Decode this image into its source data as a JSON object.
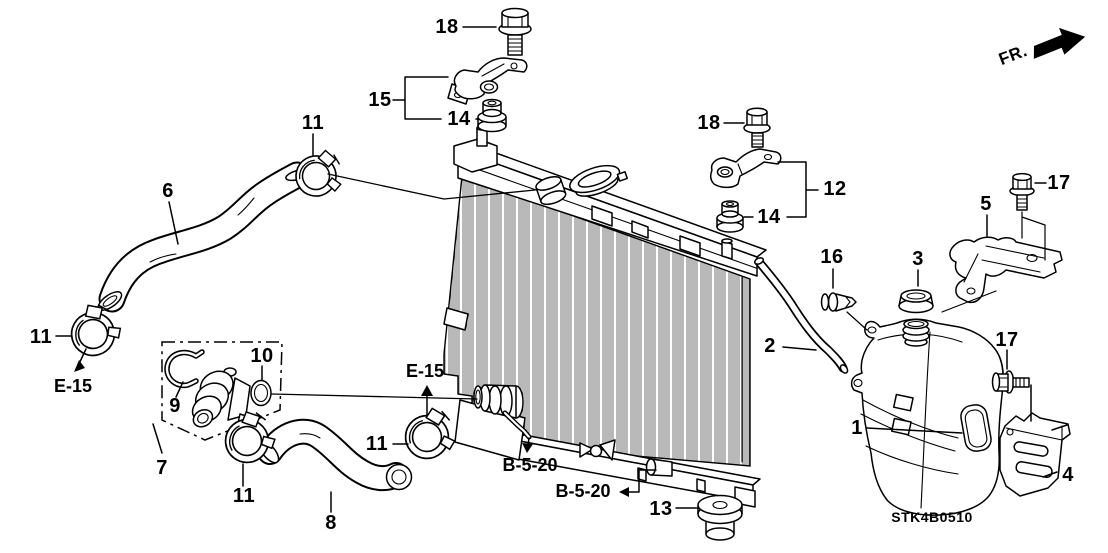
{
  "diagram": {
    "part_code": "STK4B0510",
    "direction_label": "FR.",
    "ref_codes": {
      "e15_left": "E-15",
      "e15_center": "E-15",
      "b520_center": "B-5-20",
      "b520_right": "B-5-20"
    },
    "callouts": {
      "n1": "1",
      "n2": "2",
      "n3": "3",
      "n4": "4",
      "n5": "5",
      "n6": "6",
      "n7": "7",
      "n8": "8",
      "n9": "9",
      "n10": "10",
      "n11_top": "11",
      "n11_left": "11",
      "n11_mid": "11",
      "n11_bottom": "11",
      "n12": "12",
      "n13": "13",
      "n14_left": "14",
      "n14_right": "14",
      "n15": "15",
      "n16": "16",
      "n17_top": "17",
      "n17_bottom": "17",
      "n18_left": "18",
      "n18_right": "18"
    },
    "colors": {
      "line": "#000000",
      "background": "#ffffff"
    }
  }
}
